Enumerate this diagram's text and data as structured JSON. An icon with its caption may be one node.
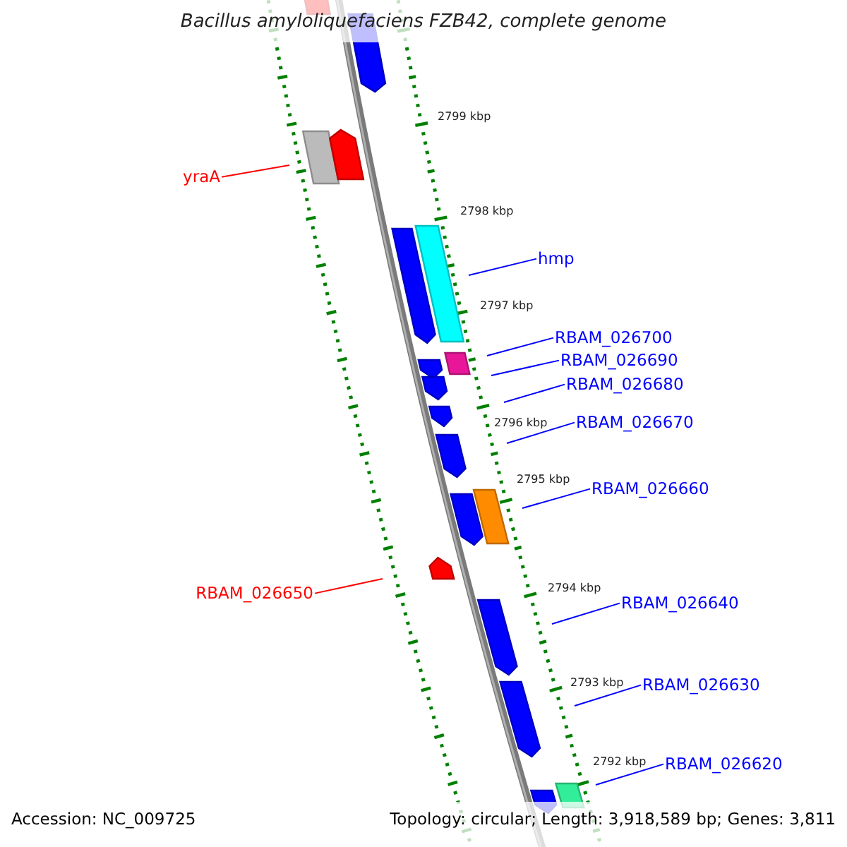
{
  "diagram": {
    "title": "Bacillus amyloliquefaciens FZB42, complete genome",
    "nodes": [
      {
        "text": [
          "yraA"
        ]
      },
      {
        "text": [
          "hmp"
        ]
      },
      {
        "text": [
          "RBAM_026700"
        ]
      },
      {
        "text": [
          "RBAM_026690"
        ]
      },
      {
        "text": [
          "RBAM_026680"
        ]
      },
      {
        "text": [
          "RBAM_026670"
        ]
      },
      {
        "text": [
          "RBAM_026660"
        ]
      },
      {
        "text": [
          "RBAM_026650"
        ]
      },
      {
        "text": [
          "RBAM_026640"
        ]
      },
      {
        "text": [
          "RBAM_026630"
        ]
      },
      {
        "text": [
          "RBAM_026620"
        ]
      }
    ],
    "edges": [
      {
        "from": 0,
        "to": null,
        "arrow": "none",
        "color": "#ff0000"
      },
      {
        "from": 1,
        "to": null,
        "arrow": "none"
      },
      {
        "from": 2,
        "to": null,
        "arrow": "none"
      },
      {
        "from": 3,
        "to": null,
        "arrow": "none"
      },
      {
        "from": 4,
        "to": null,
        "arrow": "none"
      },
      {
        "from": 5,
        "to": null,
        "arrow": "none"
      },
      {
        "from": 6,
        "to": null,
        "arrow": "none"
      },
      {
        "from": 7,
        "to": null,
        "arrow": "none",
        "color": "#ff0000"
      },
      {
        "from": 8,
        "to": null,
        "arrow": "none"
      },
      {
        "from": 9,
        "to": null,
        "arrow": "none"
      },
      {
        "from": 10,
        "to": null,
        "arrow": "none"
      }
    ],
    "labels": [
      "2799 kbp",
      "2798 kbp",
      "2797 kbp",
      "2796 kbp",
      "2795 kbp",
      "2794 kbp",
      "2793 kbp",
      "2792 kbp",
      "Accession: NC_009725",
      "Topology: circular; Length: 3,918,589 bp; Genes: 3,811"
    ]
  }
}
